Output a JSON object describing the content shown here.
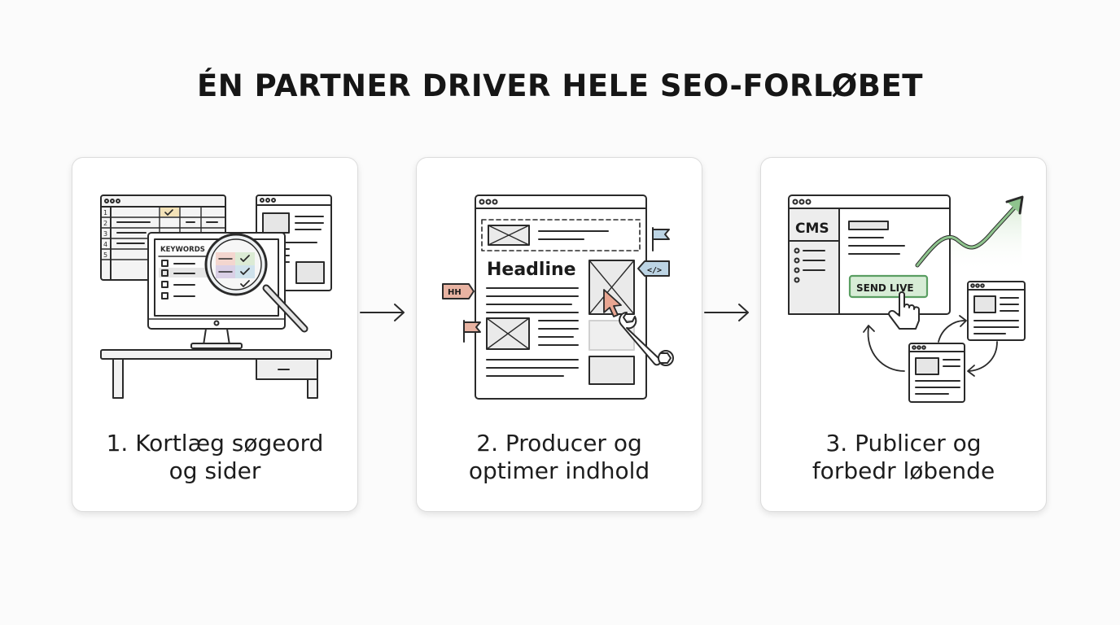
{
  "title": "ÉN PARTNER DRIVER HELE SEO-FORLØBET",
  "steps": [
    {
      "caption_line1": "1. Kortlæg søgeord",
      "caption_line2": "og sider",
      "illustration": {
        "keywords_label": "KEYWORDS",
        "row_numbers": [
          "1",
          "2",
          "3",
          "4",
          "5"
        ],
        "icons": [
          "spreadsheet-window",
          "monitor",
          "magnifier-icon",
          "desk",
          "checkmark-icon"
        ]
      }
    },
    {
      "caption_line1": "2. Producer og",
      "caption_line2": "optimer indhold",
      "illustration": {
        "headline_label": "Headline",
        "tag_h1": "HH",
        "tag_code": "</>",
        "icons": [
          "browser-window",
          "image-placeholder-icon",
          "cursor-icon",
          "wrench-icon",
          "flag-icon"
        ]
      }
    },
    {
      "caption_line1": "3. Publicer og",
      "caption_line2": "forbedr løbende",
      "illustration": {
        "cms_label": "CMS",
        "send_live_label": "SEND LIVE",
        "icons": [
          "cms-window",
          "hand-pointer-icon",
          "growth-arrow-icon",
          "cycle-arrows-icon"
        ]
      }
    }
  ],
  "colors": {
    "green": "#5a9e62",
    "green_fill": "#d7ecd6",
    "red_tag": "#e8b3a2",
    "blue_tag": "#bcd4e4",
    "line": "#2a2a2a",
    "gray_fill": "#e6e6e6"
  }
}
